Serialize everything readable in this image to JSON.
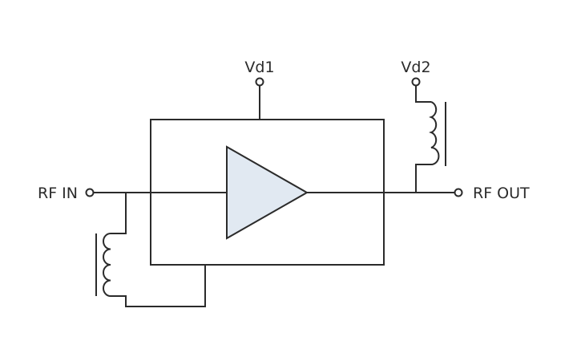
{
  "labels": {
    "rf_in": "RF IN",
    "rf_out": "RF OUT",
    "vd1": "Vd1",
    "vd2": "Vd2"
  },
  "colors": {
    "line": "#2b2b2b",
    "amplifier_fill": "#e1e9f2",
    "background": "#ffffff"
  }
}
